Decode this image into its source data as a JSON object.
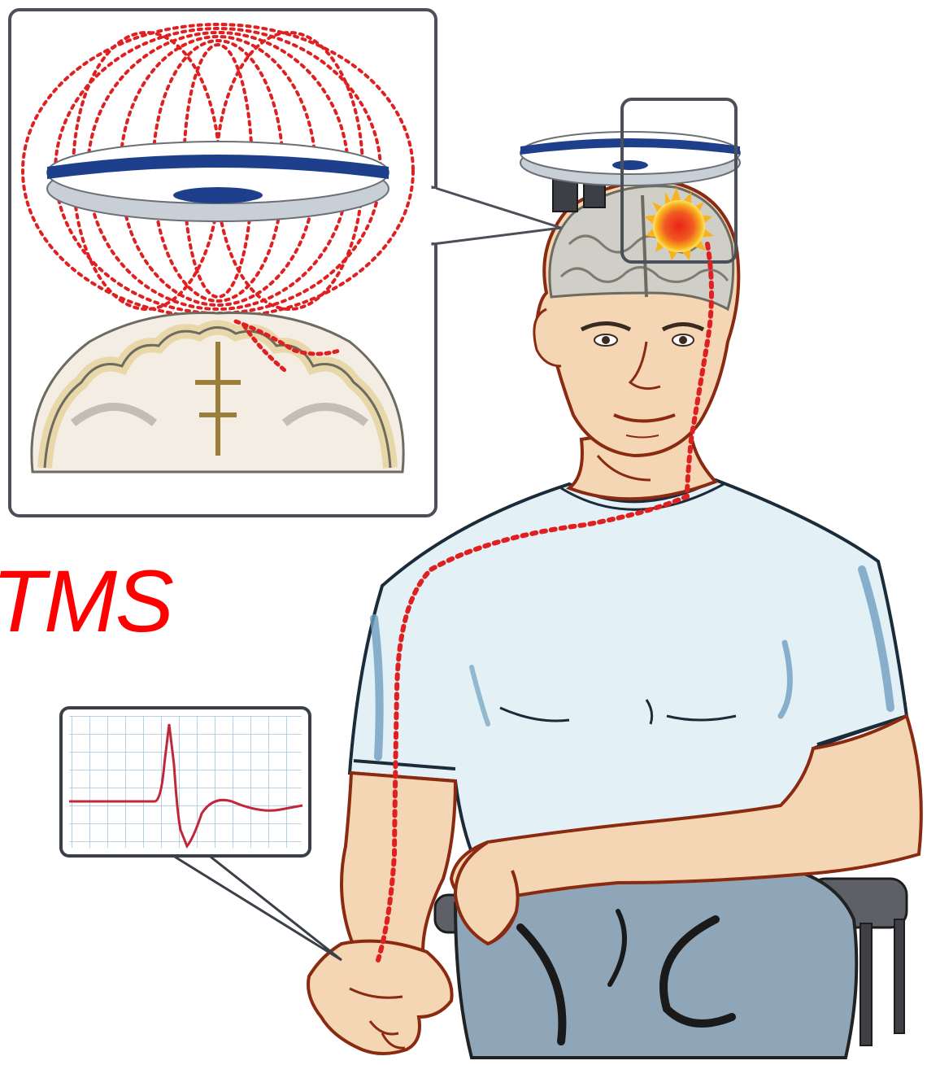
{
  "label": {
    "text": "TMS"
  },
  "colors": {
    "field_lines": "#e02020",
    "coil_blue": "#1e3f8c",
    "coil_gray": "#c9cfd6",
    "skin": "#f4d6b4",
    "outline": "#8a2a10",
    "shirt": "#e3f1f6",
    "jeans": "#8ea6b8",
    "grid": "#8fb8d8",
    "waveform": "#c0283a",
    "label": "#ff0000"
  },
  "icons": [
    "magnetic-coil",
    "brain-cortex",
    "emg-waveform",
    "stimulation-burst"
  ]
}
